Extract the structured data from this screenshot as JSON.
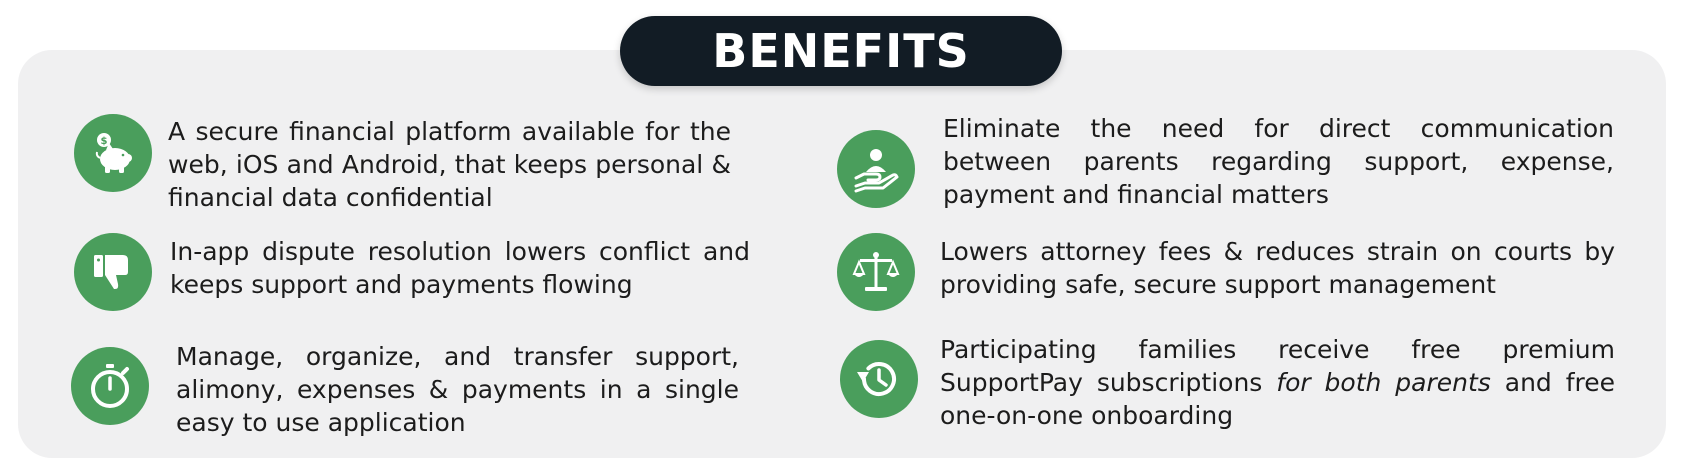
{
  "header": {
    "title": "BENEFITS"
  },
  "benefits": [
    {
      "icon": "piggy-bank-icon",
      "text": "A secure financial platform available for the web, iOS and Android, that keeps personal & financial data confidential"
    },
    {
      "icon": "hand-holding-person-icon",
      "text": "Eliminate the need for direct communication between parents regarding support, expense, payment and financial matters"
    },
    {
      "icon": "thumbs-down-icon",
      "text": "In-app dispute resolution lowers conflict and keeps support and payments flowing"
    },
    {
      "icon": "scales-of-justice-icon",
      "text": "Lowers attorney fees & reduces strain on courts by providing safe, secure support management"
    },
    {
      "icon": "stopwatch-icon",
      "text": "Manage, organize, and transfer support, alimony, expenses & payments in a single easy to use application"
    },
    {
      "icon": "history-clock-icon",
      "text_before": "Participating families receive free premium SupportPay subscriptions ",
      "text_emphasis": "for both parents",
      "text_after": " and free one-on-one onboarding"
    }
  ],
  "colors": {
    "accent_green": "#4a9e5c",
    "title_background": "#121c25",
    "panel_background": "#f0f0f1",
    "text": "#1c1c1c"
  }
}
